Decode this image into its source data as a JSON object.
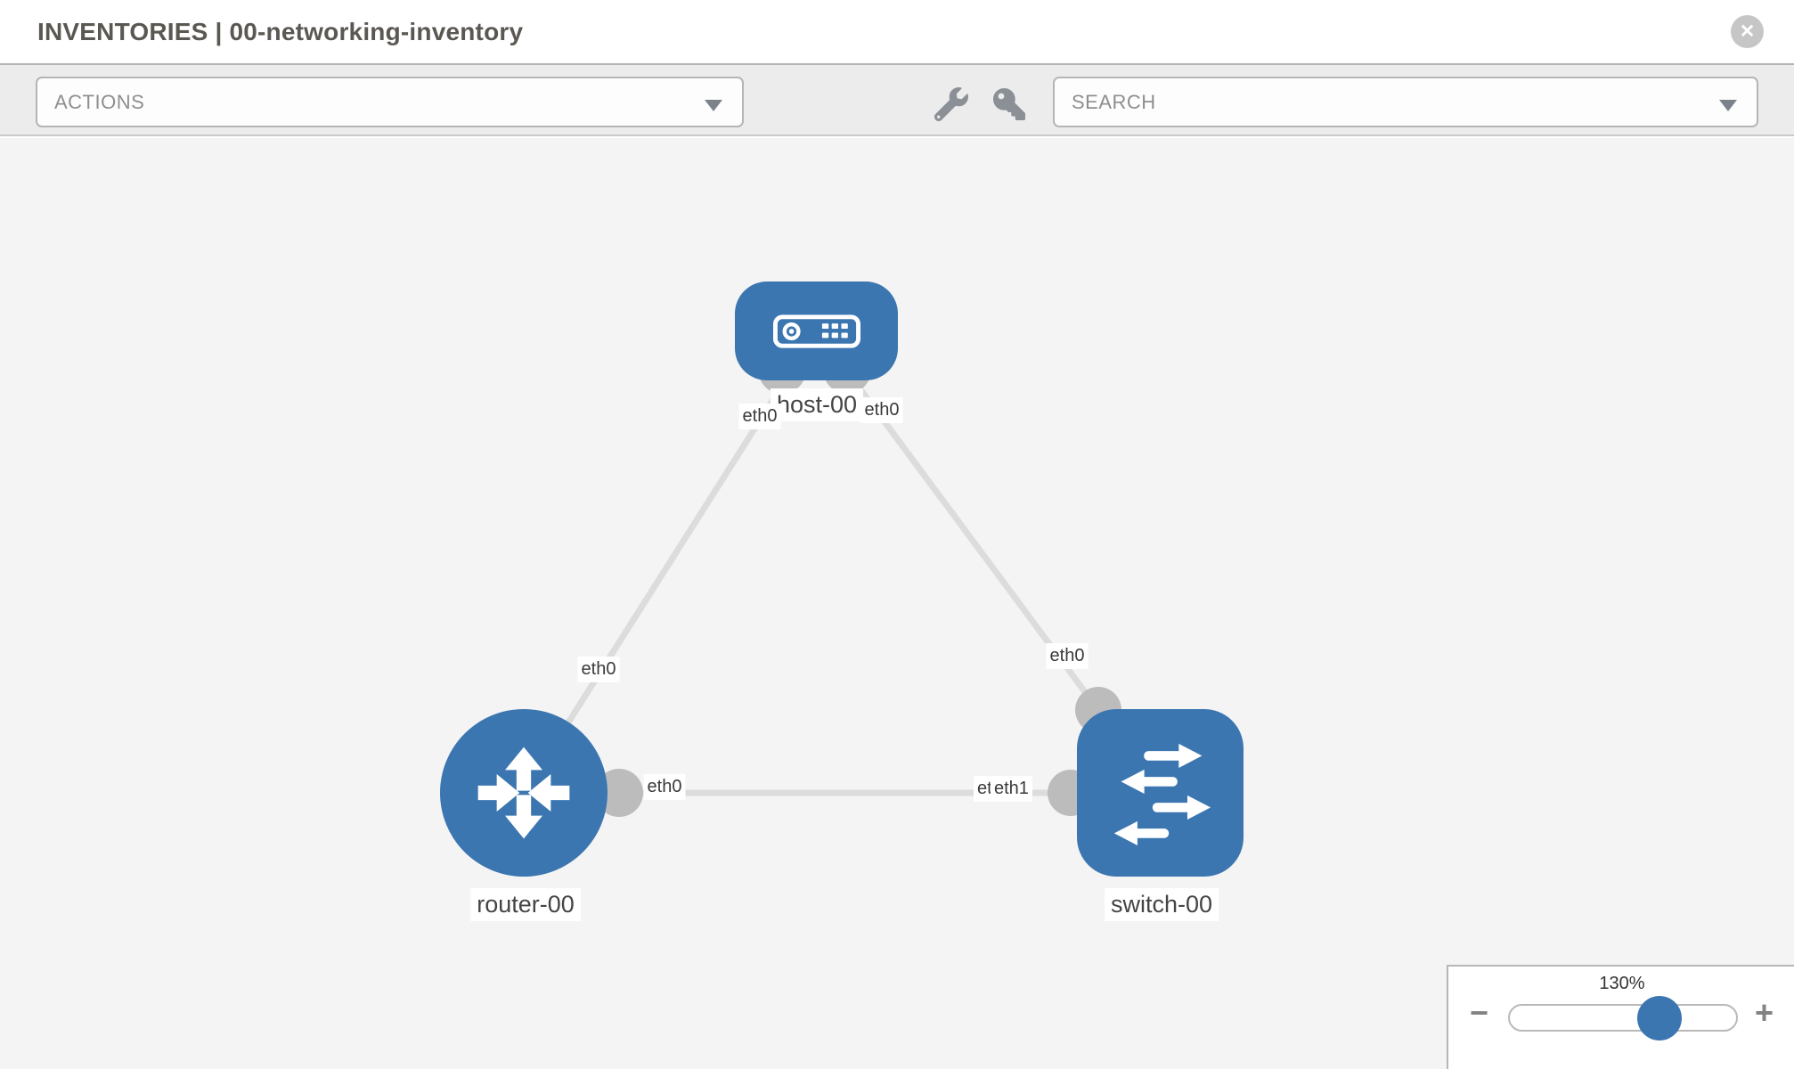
{
  "window": {
    "title": "INVENTORIES | 00-networking-inventory",
    "close_glyph": "✕"
  },
  "toolbar": {
    "actions": {
      "label": "ACTIONS"
    },
    "search": {
      "placeholder": "SEARCH"
    },
    "icon_names": [
      "wrench-icon",
      "key-icon",
      "chevron-down-icon"
    ]
  },
  "topology": {
    "nodes": [
      {
        "label": "host-00",
        "type": "host",
        "icon": "server-icon"
      },
      {
        "label": "router-00",
        "type": "router",
        "icon": "router-arrows-icon"
      },
      {
        "label": "switch-00",
        "type": "switch",
        "icon": "switch-arrows-icon"
      }
    ],
    "links": [
      {
        "from": "host-00",
        "to": "router-00",
        "from_iface": "eth0",
        "to_iface": "eth0"
      },
      {
        "from": "host-00",
        "to": "switch-00",
        "from_iface": "eth0",
        "to_iface": "eth0"
      },
      {
        "from": "router-00",
        "to": "switch-00",
        "from_iface": "eth0",
        "to_iface": "eth1"
      }
    ],
    "interface_labels": {
      "host_to_router": "eth0",
      "router_to_host": "eth0",
      "host_to_switch": "eth0",
      "switch_to_host": "eth0",
      "router_to_switch": "eth0",
      "switch_to_router_back": "eth0",
      "switch_to_router_front": "eth1"
    }
  },
  "zoom_control": {
    "level": "130%",
    "minus_glyph": "−",
    "plus_glyph": "+"
  },
  "colors": {
    "node_blue": "#3c76b0",
    "link_gray": "#dcdcdc",
    "interface_dot_gray": "#bcbcbc",
    "toolbar_bg": "#ececec",
    "canvas_bg": "#f4f4f4",
    "border_gray": "#b5b5b5",
    "title_text": "#5b5853",
    "icon_gray": "#8a9096"
  }
}
